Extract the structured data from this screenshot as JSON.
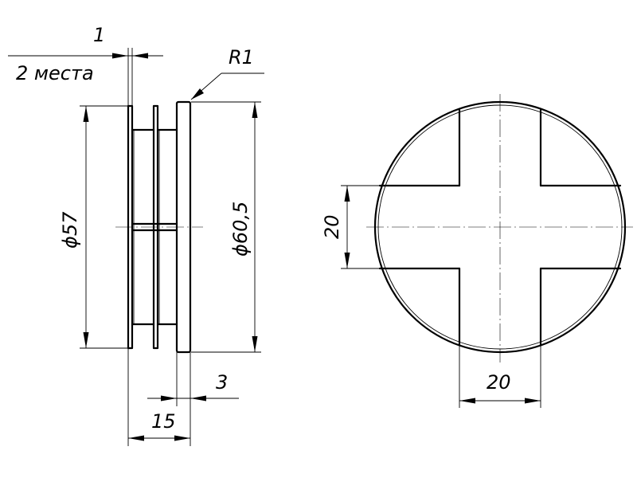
{
  "drawing": {
    "side_view": {
      "groove_width": "1",
      "groove_count": "2 места",
      "edge_radius": "R1",
      "inner_diameter": "ϕ57",
      "outer_diameter": "ϕ60,5",
      "flange_thickness": "3",
      "total_width": "15"
    },
    "front_view": {
      "cross_height": "20",
      "cross_width": "20"
    }
  }
}
